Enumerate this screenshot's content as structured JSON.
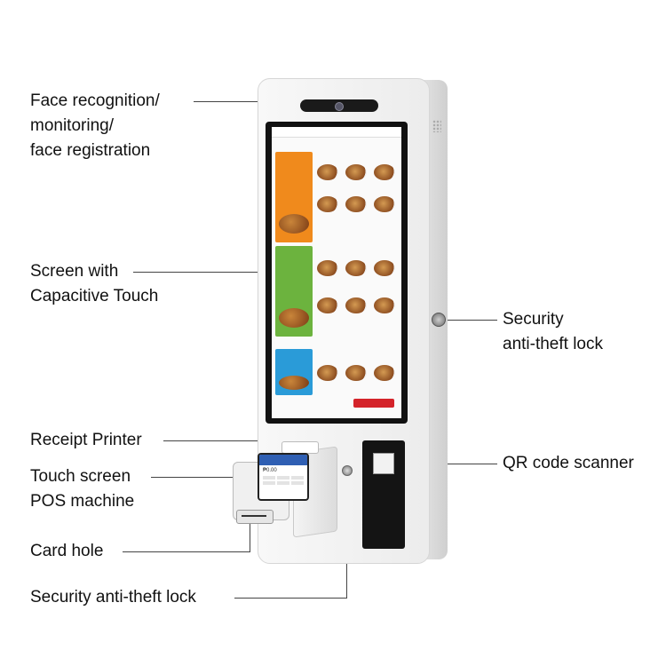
{
  "labels": {
    "face": [
      "Face recognition/",
      "monitoring/",
      "face registration"
    ],
    "screen": [
      "Screen with",
      "Capacitive Touch"
    ],
    "security_side": [
      "Security",
      "anti-theft lock"
    ],
    "receipt": "Receipt Printer",
    "pos": [
      "Touch screen",
      "POS machine"
    ],
    "card": "Card hole",
    "security_bottom": "Security anti-theft lock",
    "qr": "QR code scanner"
  },
  "colors": {
    "banner_orange": "#f08a1c",
    "banner_green": "#6cb33e",
    "banner_blue": "#2a9bd8",
    "order_button": "#d4232a",
    "pos_header": "#2f5fb3"
  },
  "pos_screen": {
    "amount": "₱0.00"
  }
}
